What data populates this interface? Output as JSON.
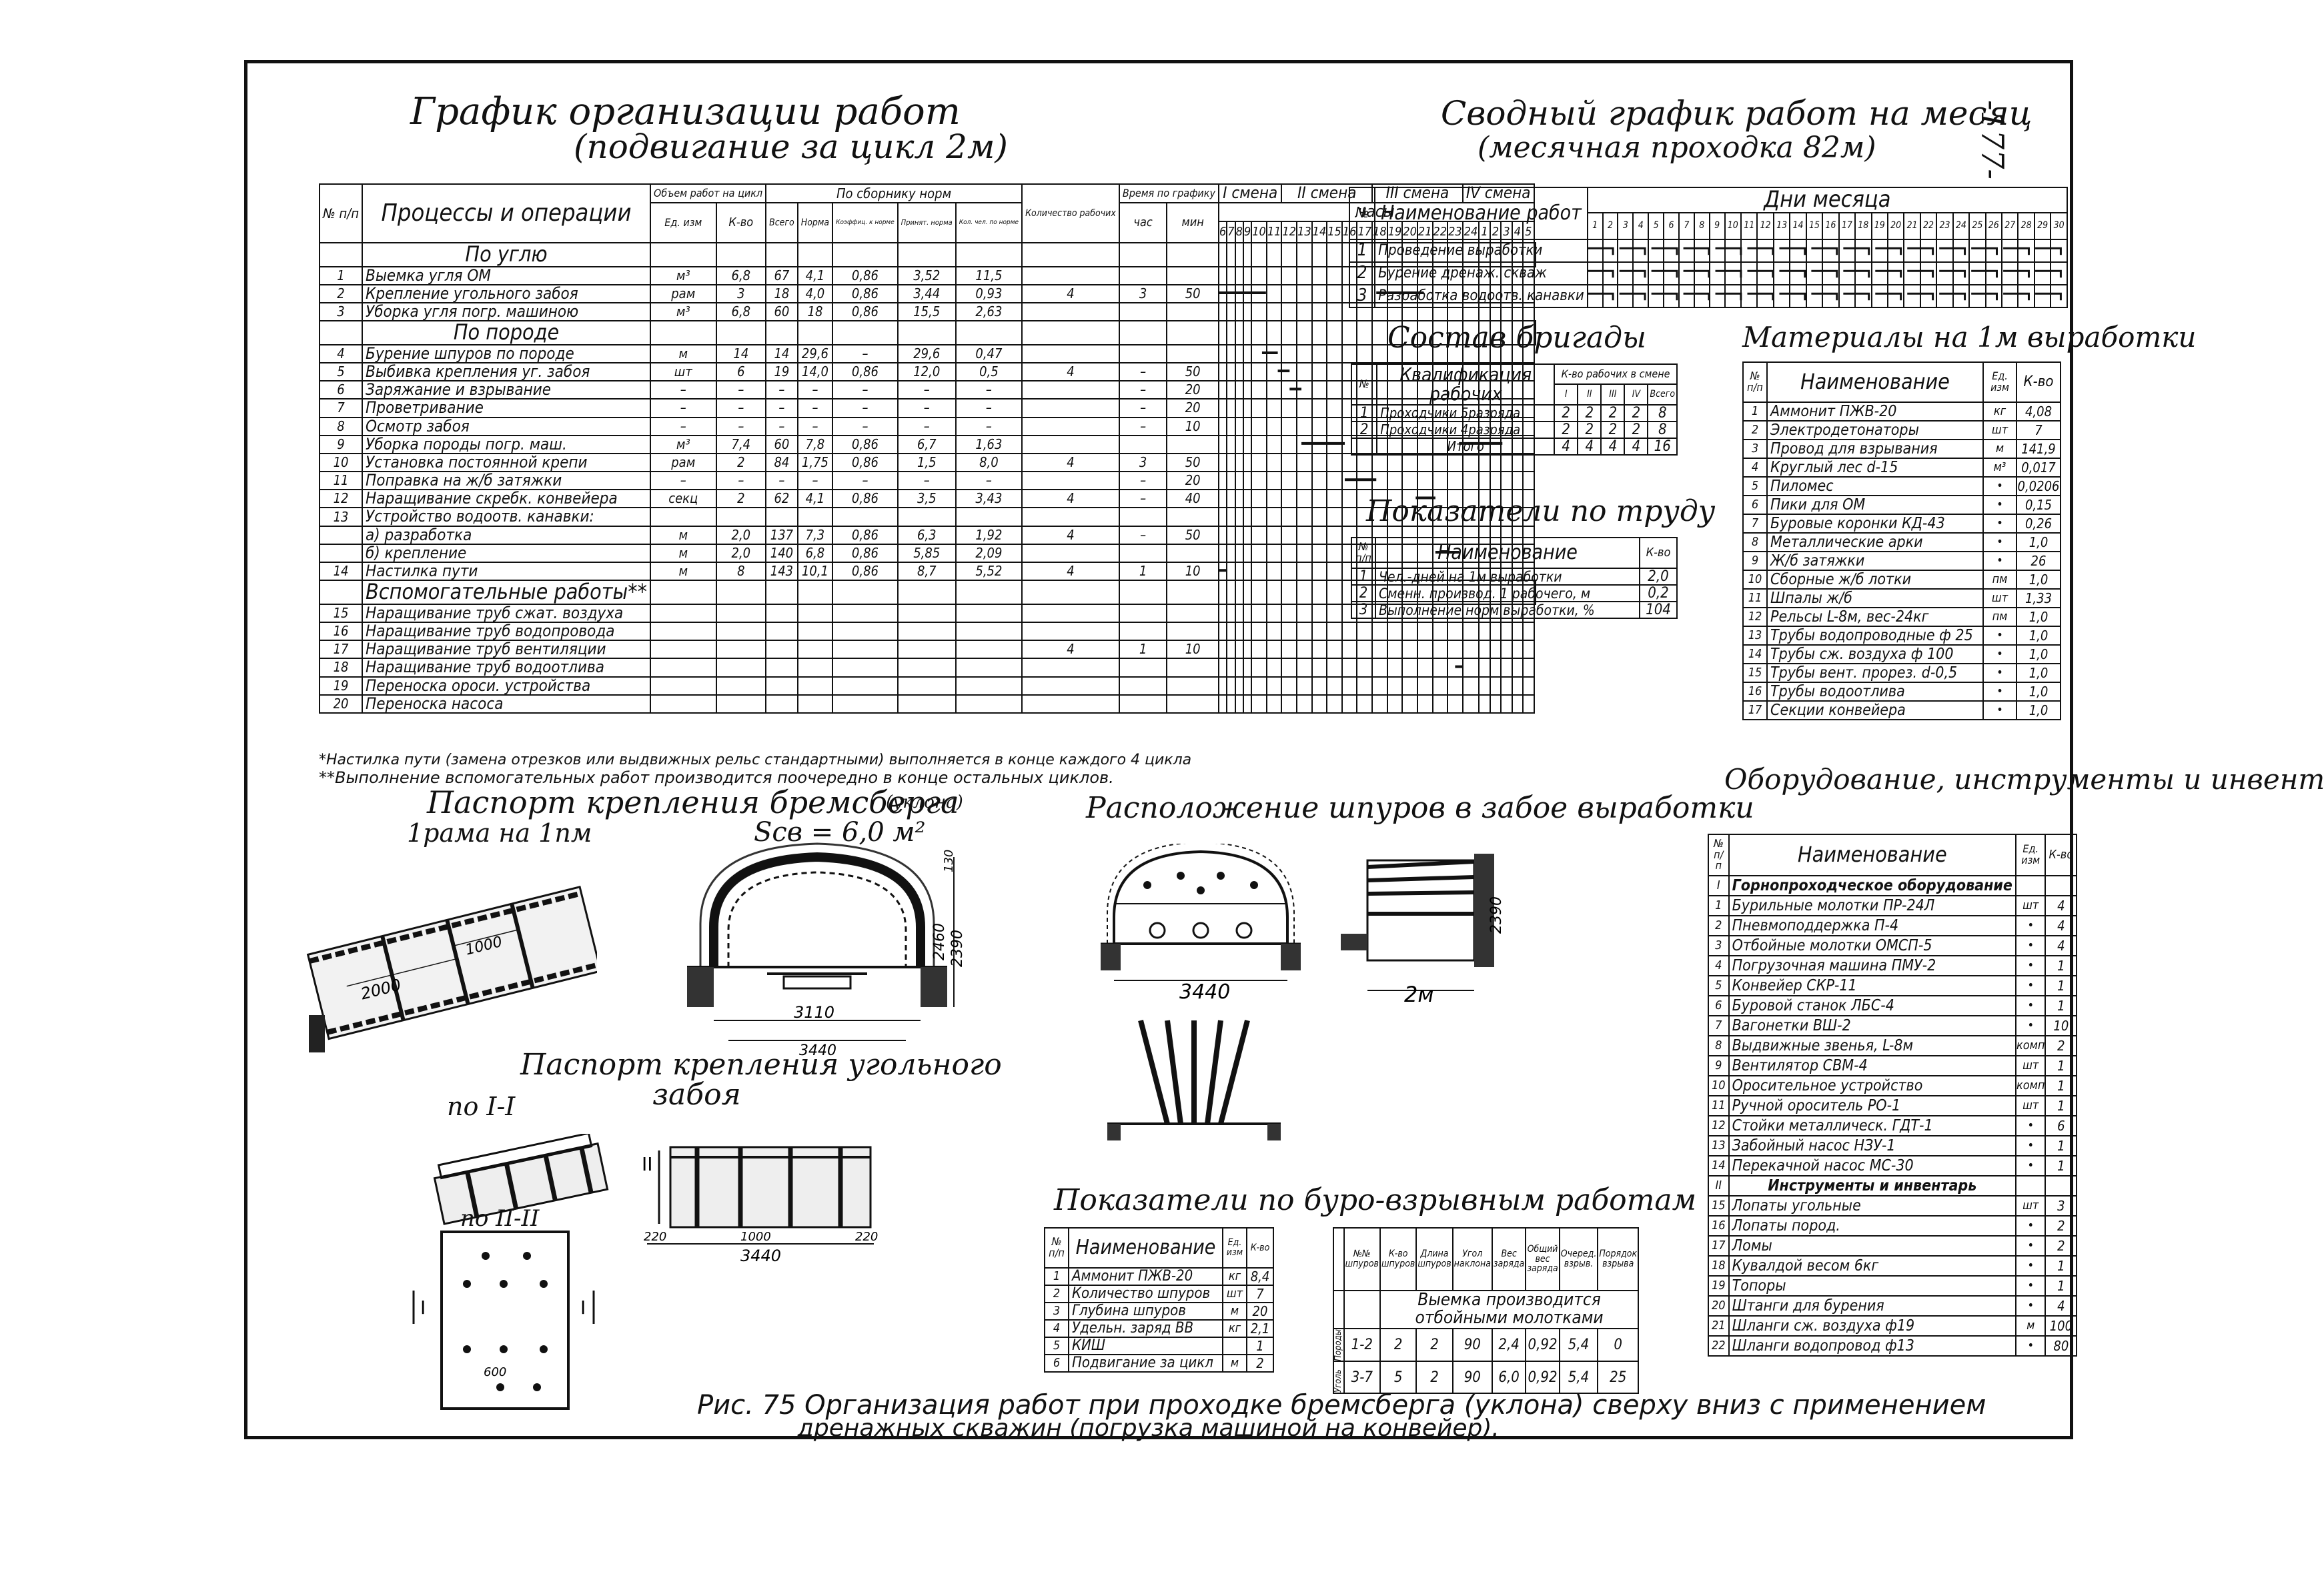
{
  "page_number": "-177-",
  "schedule": {
    "title": "График организации работ",
    "subtitle": "(подвигание за цикл 2м)",
    "head": {
      "num": "№ п/п",
      "processes": "Процессы и операции",
      "volume": "Объем работ на цикл",
      "unit": "Ед. изм",
      "qty": "К-во",
      "by_norms": "По сборнику норм",
      "norms_a": "Всего",
      "norms_b": "Норма",
      "norms_c": "Коэффиц. к норме",
      "norms_d": "Принят. норма",
      "norms_e": "Кол. чел. по норме",
      "workers": "Количество рабочих",
      "time": "Время по графику",
      "hour": "час",
      "min": "мин",
      "shift1": "I смена",
      "shift2": "II смена",
      "shift3": "III смена",
      "shift4": "IV смена",
      "hours_label": "часы",
      "hours": [
        "6",
        "7",
        "8",
        "9",
        "10",
        "11",
        "12",
        "13",
        "14",
        "15",
        "16",
        "17",
        "18",
        "19",
        "20",
        "21",
        "22",
        "23",
        "24",
        "1",
        "2",
        "3",
        "4",
        "5"
      ]
    },
    "rows": [
      {
        "n": "",
        "name": "По углю",
        "group": true
      },
      {
        "n": "1",
        "name": "Выемка угля ОМ",
        "unit": "м³",
        "qty": "6,8",
        "a": "67",
        "b": "4,1",
        "c": "0,86",
        "d": "3,52",
        "e": "11,5",
        "w": "",
        "h": "",
        "m": ""
      },
      {
        "n": "2",
        "name": "Крепление угольного забоя",
        "unit": "рам",
        "qty": "3",
        "a": "18",
        "b": "4,0",
        "c": "0,86",
        "d": "3,44",
        "e": "0,93",
        "w": "4",
        "h": "3",
        "m": "50"
      },
      {
        "n": "3",
        "name": "Уборка угля погр. машиною",
        "unit": "м³",
        "qty": "6,8",
        "a": "60",
        "b": "18",
        "c": "0,86",
        "d": "15,5",
        "e": "2,63",
        "w": "",
        "h": "",
        "m": ""
      },
      {
        "n": "",
        "name": "По породе",
        "group": true
      },
      {
        "n": "4",
        "name": "Бурение шпуров по породе",
        "unit": "м",
        "qty": "14",
        "a": "14",
        "b": "29,6",
        "c": "–",
        "d": "29,6",
        "e": "0,47",
        "w": "",
        "h": "",
        "m": ""
      },
      {
        "n": "5",
        "name": "Выбивка крепления уг. забоя",
        "unit": "шт",
        "qty": "6",
        "a": "19",
        "b": "14,0",
        "c": "0,86",
        "d": "12,0",
        "e": "0,5",
        "w": "4",
        "h": "–",
        "m": "50"
      },
      {
        "n": "6",
        "name": "Заряжание и взрывание",
        "unit": "–",
        "qty": "–",
        "a": "–",
        "b": "–",
        "c": "–",
        "d": "–",
        "e": "–",
        "w": "",
        "h": "–",
        "m": "20"
      },
      {
        "n": "7",
        "name": "Проветривание",
        "unit": "–",
        "qty": "–",
        "a": "–",
        "b": "–",
        "c": "–",
        "d": "–",
        "e": "–",
        "w": "",
        "h": "–",
        "m": "20"
      },
      {
        "n": "8",
        "name": "Осмотр забоя",
        "unit": "–",
        "qty": "–",
        "a": "–",
        "b": "–",
        "c": "–",
        "d": "–",
        "e": "–",
        "w": "",
        "h": "–",
        "m": "10"
      },
      {
        "n": "9",
        "name": "Уборка породы погр. маш.",
        "unit": "м³",
        "qty": "7,4",
        "a": "60",
        "b": "7,8",
        "c": "0,86",
        "d": "6,7",
        "e": "1,63",
        "w": "",
        "h": "",
        "m": ""
      },
      {
        "n": "10",
        "name": "Установка постоянной крепи",
        "unit": "рам",
        "qty": "2",
        "a": "84",
        "b": "1,75",
        "c": "0,86",
        "d": "1,5",
        "e": "8,0",
        "w": "4",
        "h": "3",
        "m": "50"
      },
      {
        "n": "11",
        "name": "Поправка на ж/б затяжки",
        "unit": "–",
        "qty": "–",
        "a": "–",
        "b": "–",
        "c": "–",
        "d": "–",
        "e": "–",
        "w": "",
        "h": "–",
        "m": "20"
      },
      {
        "n": "12",
        "name": "Наращивание скребк. конвейера",
        "unit": "секц",
        "qty": "2",
        "a": "62",
        "b": "4,1",
        "c": "0,86",
        "d": "3,5",
        "e": "3,43",
        "w": "4",
        "h": "–",
        "m": "40"
      },
      {
        "n": "13",
        "name": "Устройство водоотв. канавки:",
        "unit": "",
        "qty": "",
        "a": "",
        "b": "",
        "c": "",
        "d": "",
        "e": "",
        "w": "",
        "h": "",
        "m": ""
      },
      {
        "n": "",
        "name": "а) разработка",
        "unit": "м",
        "qty": "2,0",
        "a": "137",
        "b": "7,3",
        "c": "0,86",
        "d": "6,3",
        "e": "1,92",
        "w": "4",
        "h": "–",
        "m": "50"
      },
      {
        "n": "",
        "name": "б) крепление",
        "unit": "м",
        "qty": "2,0",
        "a": "140",
        "b": "6,8",
        "c": "0,86",
        "d": "5,85",
        "e": "2,09",
        "w": "",
        "h": "",
        "m": ""
      },
      {
        "n": "14",
        "name": "Настилка пути",
        "unit": "м",
        "qty": "8",
        "a": "143",
        "b": "10,1",
        "c": "0,86",
        "d": "8,7",
        "e": "5,52",
        "w": "4",
        "h": "1",
        "m": "10"
      },
      {
        "n": "",
        "name": "Вспомогательные работы**",
        "group": true
      },
      {
        "n": "15",
        "name": "Наращивание труб сжат. воздуха",
        "unit": "",
        "qty": "",
        "a": "",
        "b": "",
        "c": "",
        "d": "",
        "e": "",
        "w": "",
        "h": "",
        "m": ""
      },
      {
        "n": "16",
        "name": "Наращивание труб водопровода",
        "unit": "",
        "qty": "",
        "a": "",
        "b": "",
        "c": "",
        "d": "",
        "e": "",
        "w": "",
        "h": "",
        "m": ""
      },
      {
        "n": "17",
        "name": "Наращивание труб вентиляции",
        "unit": "",
        "qty": "",
        "a": "",
        "b": "",
        "c": "",
        "d": "",
        "e": "",
        "w": "4",
        "h": "1",
        "m": "10"
      },
      {
        "n": "18",
        "name": "Наращивание труб водоотлива",
        "unit": "",
        "qty": "",
        "a": "",
        "b": "",
        "c": "",
        "d": "",
        "e": "",
        "w": "",
        "h": "",
        "m": ""
      },
      {
        "n": "19",
        "name": "Переноска ороси. устройства",
        "unit": "",
        "qty": "",
        "a": "",
        "b": "",
        "c": "",
        "d": "",
        "e": "",
        "w": "",
        "h": "",
        "m": ""
      },
      {
        "n": "20",
        "name": "Переноска насоса",
        "unit": "",
        "qty": "",
        "a": "",
        "b": "",
        "c": "",
        "d": "",
        "e": "",
        "w": "",
        "h": "",
        "m": ""
      }
    ],
    "note1": "*Настилка пути (замена отрезков или выдвижных рельс стандартными) выполняется в конце каждого 4 цикла",
    "note2": "**Выполнение вспомогательных работ производится поочередно в конце остальных циклов."
  },
  "monthly": {
    "title": "Сводный график работ на месяц",
    "subtitle": "(месячная проходка 82м)",
    "head_num": "№",
    "head_name": "Наименование работ",
    "head_days": "Дни месяца",
    "days": [
      "1",
      "2",
      "3",
      "4",
      "5",
      "6",
      "7",
      "8",
      "9",
      "10",
      "11",
      "12",
      "13",
      "14",
      "15",
      "16",
      "17",
      "18",
      "19",
      "20",
      "21",
      "22",
      "23",
      "24",
      "25",
      "26",
      "27",
      "28",
      "29",
      "30"
    ],
    "rows": [
      {
        "n": "1",
        "name": "Проведение выработки"
      },
      {
        "n": "2",
        "name": "Бурение дренаж. скваж"
      },
      {
        "n": "3",
        "name": "Разработка водоотв. канавки"
      }
    ]
  },
  "brigade": {
    "title": "Состав бригады",
    "head_num": "№",
    "head_qual": "Квалификация рабочих",
    "head_count": "К-во рабочих в смене",
    "shifts": [
      "I",
      "II",
      "III",
      "IV",
      "Всего"
    ],
    "rows": [
      {
        "n": "1",
        "name": "Проходчики 5разряда",
        "v": [
          "2",
          "2",
          "2",
          "2",
          "8"
        ]
      },
      {
        "n": "2",
        "name": "Проходчики 4разряда",
        "v": [
          "2",
          "2",
          "2",
          "2",
          "8"
        ]
      },
      {
        "n": "",
        "name": "Итого",
        "v": [
          "4",
          "4",
          "4",
          "4",
          "16"
        ]
      }
    ]
  },
  "labor": {
    "title": "Показатели по труду",
    "head_num": "№ п/п",
    "head_name": "Наименование",
    "head_qty": "К-во",
    "rows": [
      {
        "n": "1",
        "name": "Чел.-дней на 1м выработки",
        "v": "2,0"
      },
      {
        "n": "2",
        "name": "Сменн. производ. 1 рабочего, м",
        "v": "0,2"
      },
      {
        "n": "3",
        "name": "Выполнение норм выработки, %",
        "v": "104"
      }
    ]
  },
  "materials": {
    "title": "Материалы на 1м выработки",
    "head_num": "№ п/п",
    "head_name": "Наименование",
    "head_unit": "Ед. изм",
    "head_qty": "К-во",
    "rows": [
      {
        "n": "1",
        "name": "Аммонит ПЖВ-20",
        "u": "кг",
        "v": "4,08"
      },
      {
        "n": "2",
        "name": "Электродетонаторы",
        "u": "шт",
        "v": "7"
      },
      {
        "n": "3",
        "name": "Провод для взрывания",
        "u": "м",
        "v": "141,9"
      },
      {
        "n": "4",
        "name": "Круглый лес d-15",
        "u": "м³",
        "v": "0,017"
      },
      {
        "n": "5",
        "name": "Пиломес",
        "u": "•",
        "v": "0,0206"
      },
      {
        "n": "6",
        "name": "Пики для ОМ",
        "u": "•",
        "v": "0,15"
      },
      {
        "n": "7",
        "name": "Буровые коронки КД-43",
        "u": "•",
        "v": "0,26"
      },
      {
        "n": "8",
        "name": "Металлические арки",
        "u": "•",
        "v": "1,0"
      },
      {
        "n": "9",
        "name": "Ж/б затяжки",
        "u": "•",
        "v": "26"
      },
      {
        "n": "10",
        "name": "Сборные ж/б лотки",
        "u": "пм",
        "v": "1,0"
      },
      {
        "n": "11",
        "name": "Шпалы ж/б",
        "u": "шт",
        "v": "1,33"
      },
      {
        "n": "12",
        "name": "Рельсы L-8м, вес-24кг",
        "u": "пм",
        "v": "1,0"
      },
      {
        "n": "13",
        "name": "Трубы водопроводные ф 25",
        "u": "•",
        "v": "1,0"
      },
      {
        "n": "14",
        "name": "Трубы сж. воздуха ф 100",
        "u": "•",
        "v": "1,0"
      },
      {
        "n": "15",
        "name": "Трубы вент. прорез. d-0,5",
        "u": "•",
        "v": "1,0"
      },
      {
        "n": "16",
        "name": "Трубы водоотлива",
        "u": "•",
        "v": "1,0"
      },
      {
        "n": "17",
        "name": "Секции конвейера",
        "u": "•",
        "v": "1,0"
      }
    ]
  },
  "equipment": {
    "title": "Оборудование, инструменты и инвентарь",
    "head_num": "№ п/п",
    "head_name": "Наименование",
    "head_unit": "Ед. изм",
    "head_qty": "К-во",
    "rows": [
      {
        "n": "I",
        "name": "Горнопроходческое оборудование",
        "u": "",
        "v": "",
        "group": true
      },
      {
        "n": "1",
        "name": "Бурильные молотки ПР-24Л",
        "u": "шт",
        "v": "4"
      },
      {
        "n": "2",
        "name": "Пневмоподдержка П-4",
        "u": "•",
        "v": "4"
      },
      {
        "n": "3",
        "name": "Отбойные молотки ОМСП-5",
        "u": "•",
        "v": "4"
      },
      {
        "n": "4",
        "name": "Погрузочная машина ПМУ-2",
        "u": "•",
        "v": "1"
      },
      {
        "n": "5",
        "name": "Конвейер СКР-11",
        "u": "•",
        "v": "1"
      },
      {
        "n": "6",
        "name": "Буровой станок ЛБС-4",
        "u": "•",
        "v": "1"
      },
      {
        "n": "7",
        "name": "Вагонетки ВШ-2",
        "u": "•",
        "v": "10"
      },
      {
        "n": "8",
        "name": "Выдвижные звенья, L-8м",
        "u": "комп",
        "v": "2"
      },
      {
        "n": "9",
        "name": "Вентилятор СВМ-4",
        "u": "шт",
        "v": "1"
      },
      {
        "n": "10",
        "name": "Оросительное устройство",
        "u": "комп",
        "v": "1"
      },
      {
        "n": "11",
        "name": "Ручной ороситель РО-1",
        "u": "шт",
        "v": "1"
      },
      {
        "n": "12",
        "name": "Стойки металлическ. ГДТ-1",
        "u": "•",
        "v": "6"
      },
      {
        "n": "13",
        "name": "Забойный насос НЗУ-1",
        "u": "•",
        "v": "1"
      },
      {
        "n": "14",
        "name": "Перекачной насос МС-30",
        "u": "•",
        "v": "1"
      },
      {
        "n": "II",
        "name": "Инструменты и инвентарь",
        "u": "",
        "v": "",
        "group": true
      },
      {
        "n": "15",
        "name": "Лопаты угольные",
        "u": "шт",
        "v": "3"
      },
      {
        "n": "16",
        "name": "Лопаты пород.",
        "u": "•",
        "v": "2"
      },
      {
        "n": "17",
        "name": "Ломы",
        "u": "•",
        "v": "2"
      },
      {
        "n": "18",
        "name": "Кувалдой весом 6кг",
        "u": "•",
        "v": "1"
      },
      {
        "n": "19",
        "name": "Топоры",
        "u": "•",
        "v": "1"
      },
      {
        "n": "20",
        "name": "Штанги для бурения",
        "u": "•",
        "v": "4"
      },
      {
        "n": "21",
        "name": "Шланги сж. воздуха ф19",
        "u": "м",
        "v": "100"
      },
      {
        "n": "22",
        "name": "Шланги водопровод ф13",
        "u": "•",
        "v": "80"
      }
    ]
  },
  "blasting": {
    "title": "Показатели по буро-взрывным работам",
    "head_num": "№ п/п",
    "head_name": "Наименование",
    "head_unit": "Ед. изм",
    "head_qty": "К-во",
    "rows": [
      {
        "n": "1",
        "name": "Аммонит ПЖВ-20",
        "u": "кг",
        "v": "8,4"
      },
      {
        "n": "2",
        "name": "Количество шпуров",
        "u": "шт",
        "v": "7"
      },
      {
        "n": "3",
        "name": "Глубина шпуров",
        "u": "м",
        "v": "20"
      },
      {
        "n": "4",
        "name": "Удельн. заряд ВВ",
        "u": "кг",
        "v": "2,1"
      },
      {
        "n": "5",
        "name": "КИШ",
        "u": "",
        "v": "1"
      },
      {
        "n": "6",
        "name": "Подвигание за цикл",
        "u": "м",
        "v": "2"
      }
    ],
    "holes_head": [
      "№№ шпуров",
      "К-во шпуров",
      "Длина шпуров",
      "Угол наклона",
      "Вес заряда",
      "Общий вес заряда",
      "Очеред. взрыв.",
      "Порядок взрыва"
    ],
    "holes_note": "Выемка производится отбойными молотками",
    "holes_rows": [
      {
        "g": "Породы",
        "r": [
          "1-2",
          "2",
          "2",
          "90",
          "2,4",
          "0,92",
          "5,4",
          "0"
        ]
      },
      {
        "g": "Уголь",
        "r": [
          "3-7",
          "5",
          "2",
          "90",
          "6,0",
          "0,92",
          "5,4",
          "25"
        ]
      }
    ]
  },
  "drawings": {
    "passport_title": "Паспорт крепления бремсберга",
    "passport_sub": "(уклона)",
    "frame_label": "1рама на 1пм",
    "scv": "Sсв = 6,0 м²",
    "dim_2000": "2000",
    "dim_1000": "1000",
    "dim_3440a": "3440",
    "dim_3110": "3110",
    "dim_2460": "2460",
    "dim_2390": "2390",
    "dim_130": "130",
    "holes_title": "Расположение шпуров в забое выработки",
    "dim_3440b": "3440",
    "dim_2m": "2м",
    "dim_2390b": "2390",
    "coal_title": "Паспорт крепления угольного",
    "coal_title2": "забоя",
    "sec1": "по I-I",
    "sec2": "по II-II",
    "mark_II": "II",
    "mark_I": "I",
    "dim_220a": "220",
    "dim_220b": "220",
    "dim_3440c": "3440",
    "dim_1000b": "1000",
    "dim_600": "600"
  },
  "caption_line1": "Рис. 75 Организация работ при проходке бремсберга (уклона) сверху вниз с применением",
  "caption_line2": "дренажных скважин (погрузка машиной на конвейер)."
}
